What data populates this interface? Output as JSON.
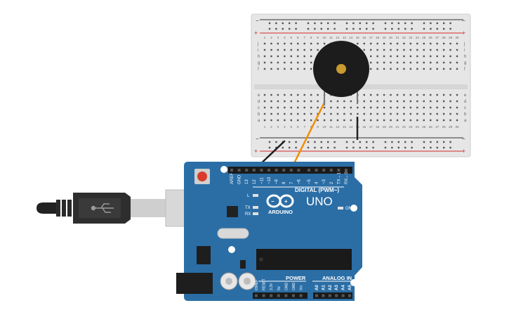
{
  "canvas": {
    "background": "#ffffff"
  },
  "breadboard": {
    "row_letters_top": [
      "j",
      "i",
      "h",
      "g",
      "f"
    ],
    "row_letters_bottom": [
      "e",
      "d",
      "c",
      "b",
      "a"
    ],
    "column_numbers": [
      "1",
      "2",
      "3",
      "4",
      "5",
      "6",
      "7",
      "8",
      "9",
      "10",
      "11",
      "12",
      "13",
      "14",
      "15",
      "16",
      "17",
      "18",
      "19",
      "20",
      "21",
      "22",
      "23",
      "24",
      "25",
      "26",
      "27",
      "28",
      "29",
      "30"
    ],
    "rail_minus": "−",
    "rail_plus": "+",
    "colors": {
      "body": "#e8e8e8",
      "hole": "#545454",
      "red_rail": "#d62a2a",
      "dark_rail": "#333333"
    }
  },
  "buzzer": {
    "icon": "piezo-buzzer-icon",
    "colors": {
      "body": "#1c1c1c",
      "center": "#c99a2e"
    }
  },
  "wires": [
    {
      "name": "signal-wire",
      "color": "#f28c00"
    },
    {
      "name": "ground-wire",
      "color": "#222222"
    }
  ],
  "arduino": {
    "model": "UNO",
    "brand": "ARDUINO",
    "digital_header_label": "DIGITAL (PWM~)",
    "digital_pins": [
      "AREF",
      "GND",
      "13",
      "12",
      "~11",
      "~10",
      "~9",
      "8",
      "7",
      "~6",
      "~5",
      "4",
      "~3",
      "2",
      "TX→1",
      "RX←0"
    ],
    "power_label": "POWER",
    "power_pins": [
      "IOREF",
      "RESET",
      "3.3V",
      "5V",
      "GND",
      "GND",
      "Vin"
    ],
    "analog_label": "ANALOG IN",
    "analog_pins": [
      "A0",
      "A1",
      "A2",
      "A3",
      "A4",
      "A5"
    ],
    "led_labels": {
      "l": "L",
      "tx": "TX",
      "rx": "RX",
      "on": "ON"
    },
    "icons": [
      "arduino-infinity-logo-icon",
      "usb-port-icon",
      "power-jack-icon",
      "reset-button-icon"
    ],
    "colors": {
      "board": "#2b6ea6",
      "header": "#1a1a1a",
      "silk": "#ffffff",
      "reset": "#d93a2c"
    }
  },
  "usb_cable": {
    "icon": "usb-cable-icon",
    "colors": {
      "plug": "#cfcfcf",
      "body": "#2e2e2e"
    }
  }
}
